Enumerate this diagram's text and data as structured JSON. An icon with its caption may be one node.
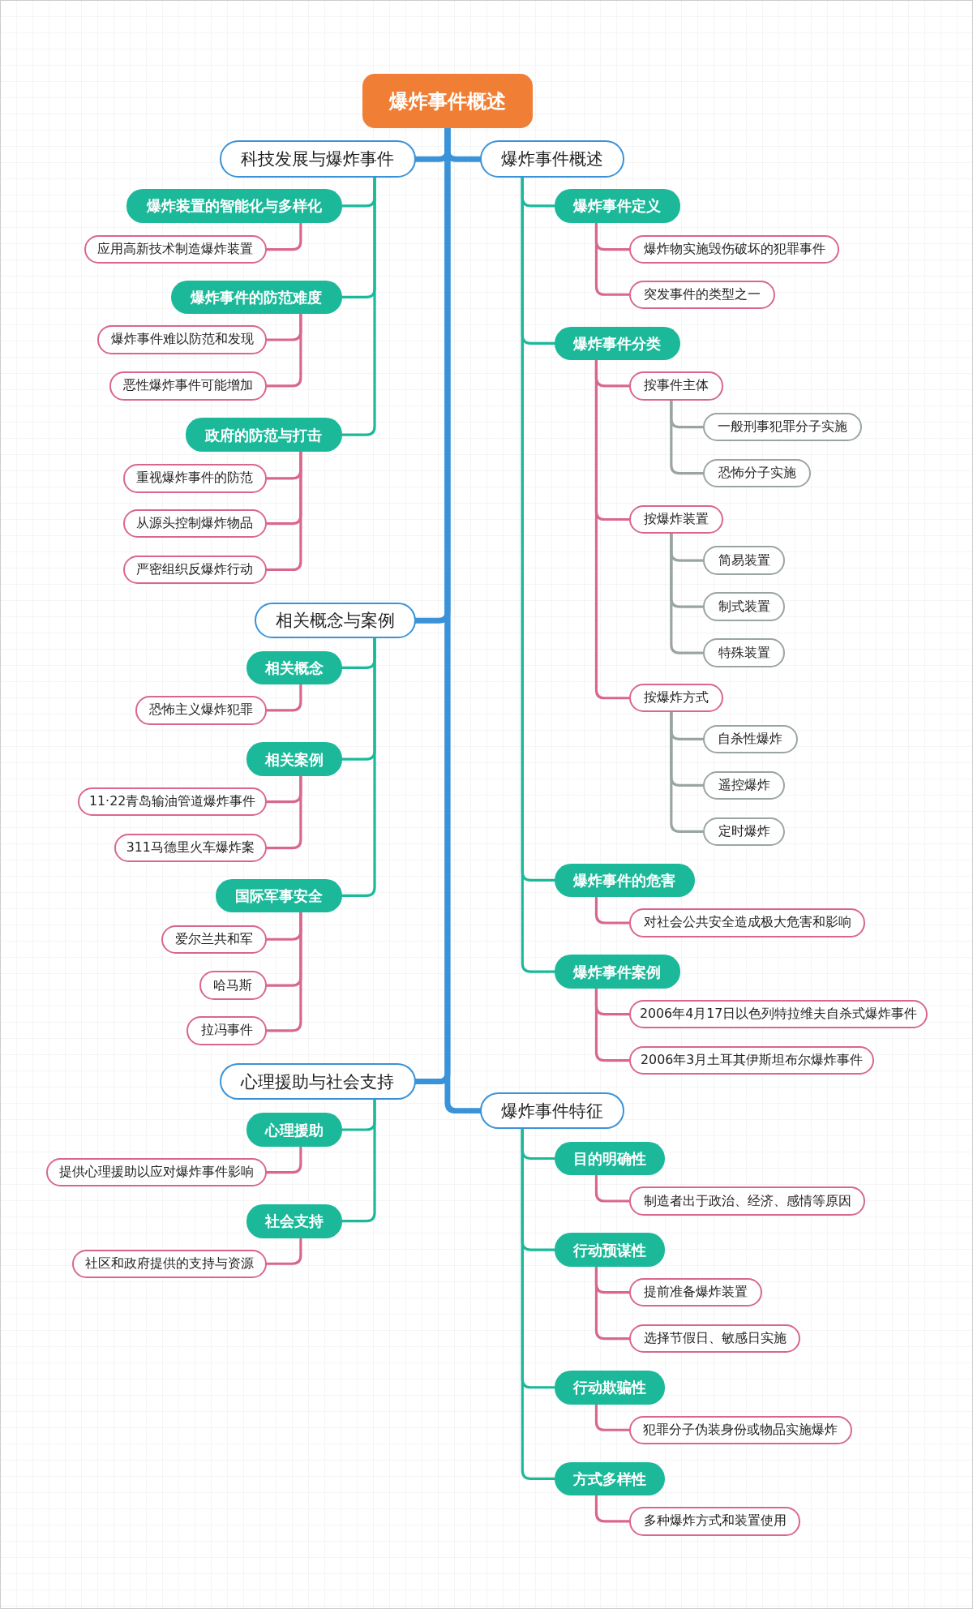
{
  "diagram": {
    "nodes": [
      {
        "text": [
          "爆炸事件概述"
        ]
      },
      {
        "text": [
          "科技发展与爆炸事件"
        ]
      },
      {
        "text": [
          "爆炸装置的智能化与多样化"
        ]
      },
      {
        "text": [
          "应用高新技术制造爆炸装置"
        ]
      },
      {
        "text": [
          "爆炸事件的防范难度"
        ]
      },
      {
        "text": [
          "爆炸事件难以防范和发现"
        ]
      },
      {
        "text": [
          "恶性爆炸事件可能增加"
        ]
      },
      {
        "text": [
          "政府的防范与打击"
        ]
      },
      {
        "text": [
          "重视爆炸事件的防范"
        ]
      },
      {
        "text": [
          "从源头控制爆炸物品"
        ]
      },
      {
        "text": [
          "严密组织反爆炸行动"
        ]
      },
      {
        "text": [
          "相关概念与案例"
        ]
      },
      {
        "text": [
          "相关概念"
        ]
      },
      {
        "text": [
          "恐怖主义爆炸犯罪"
        ]
      },
      {
        "text": [
          "相关案例"
        ]
      },
      {
        "text": [
          "11·22青岛输油管道爆炸事件"
        ]
      },
      {
        "text": [
          "311马德里火车爆炸案"
        ]
      },
      {
        "text": [
          "国际军事安全"
        ]
      },
      {
        "text": [
          "爱尔兰共和军"
        ]
      },
      {
        "text": [
          "哈马斯"
        ]
      },
      {
        "text": [
          "拉冯事件"
        ]
      },
      {
        "text": [
          "心理援助与社会支持"
        ]
      },
      {
        "text": [
          "心理援助"
        ]
      },
      {
        "text": [
          "提供心理援助以应对爆炸事件影响"
        ]
      },
      {
        "text": [
          "社会支持"
        ]
      },
      {
        "text": [
          "社区和政府提供的支持与资源"
        ]
      },
      {
        "text": [
          "爆炸事件概述"
        ]
      },
      {
        "text": [
          "爆炸事件定义"
        ]
      },
      {
        "text": [
          "爆炸物实施毁伤破坏的犯罪事件"
        ]
      },
      {
        "text": [
          "突发事件的类型之一"
        ]
      },
      {
        "text": [
          "爆炸事件分类"
        ]
      },
      {
        "text": [
          "按事件主体"
        ]
      },
      {
        "text": [
          "一般刑事犯罪分子实施"
        ]
      },
      {
        "text": [
          "恐怖分子实施"
        ]
      },
      {
        "text": [
          "按爆炸装置"
        ]
      },
      {
        "text": [
          "简易装置"
        ]
      },
      {
        "text": [
          "制式装置"
        ]
      },
      {
        "text": [
          "特殊装置"
        ]
      },
      {
        "text": [
          "按爆炸方式"
        ]
      },
      {
        "text": [
          "自杀性爆炸"
        ]
      },
      {
        "text": [
          "遥控爆炸"
        ]
      },
      {
        "text": [
          "定时爆炸"
        ]
      },
      {
        "text": [
          "爆炸事件的危害"
        ]
      },
      {
        "text": [
          "对社会公共安全造成极大危害和影响"
        ]
      },
      {
        "text": [
          "爆炸事件案例"
        ]
      },
      {
        "text": [
          "2006年4月17日以色列特拉维夫自杀式爆炸事件"
        ]
      },
      {
        "text": [
          "2006年3月土耳其伊斯坦布尔爆炸事件"
        ]
      },
      {
        "text": [
          "爆炸事件特征"
        ]
      },
      {
        "text": [
          "目的明确性"
        ]
      },
      {
        "text": [
          "制造者出于政治、经济、感情等原因"
        ]
      },
      {
        "text": [
          "行动预谋性"
        ]
      },
      {
        "text": [
          "提前准备爆炸装置"
        ]
      },
      {
        "text": [
          "选择节假日、敏感日实施"
        ]
      },
      {
        "text": [
          "行动欺骗性"
        ]
      },
      {
        "text": [
          "犯罪分子伪装身份或物品实施爆炸"
        ]
      },
      {
        "text": [
          "方式多样性"
        ]
      },
      {
        "text": [
          "多种爆炸方式和装置使用"
        ]
      }
    ],
    "edges": [
      {
        "from": 0,
        "to": 1,
        "arrow": "none",
        "style": "thick",
        "color": "#3a93d8"
      },
      {
        "from": 1,
        "to": 2,
        "arrow": "none",
        "color": "#1bb99a"
      },
      {
        "from": 2,
        "to": 3,
        "arrow": "none"
      },
      {
        "from": 1,
        "to": 4,
        "arrow": "none",
        "color": "#1bb99a"
      },
      {
        "from": 4,
        "to": 5,
        "arrow": "none"
      },
      {
        "from": 4,
        "to": 6,
        "arrow": "none"
      },
      {
        "from": 1,
        "to": 7,
        "arrow": "none",
        "color": "#1bb99a"
      },
      {
        "from": 7,
        "to": 8,
        "arrow": "none"
      },
      {
        "from": 7,
        "to": 9,
        "arrow": "none"
      },
      {
        "from": 7,
        "to": 10,
        "arrow": "none"
      },
      {
        "from": 0,
        "to": 11,
        "arrow": "none",
        "style": "thick",
        "color": "#3a93d8"
      },
      {
        "from": 11,
        "to": 12,
        "arrow": "none",
        "color": "#1bb99a"
      },
      {
        "from": 12,
        "to": 13,
        "arrow": "none"
      },
      {
        "from": 11,
        "to": 14,
        "arrow": "none",
        "color": "#1bb99a"
      },
      {
        "from": 14,
        "to": 15,
        "arrow": "none"
      },
      {
        "from": 14,
        "to": 16,
        "arrow": "none"
      },
      {
        "from": 11,
        "to": 17,
        "arrow": "none",
        "color": "#1bb99a"
      },
      {
        "from": 17,
        "to": 18,
        "arrow": "none"
      },
      {
        "from": 17,
        "to": 19,
        "arrow": "none"
      },
      {
        "from": 17,
        "to": 20,
        "arrow": "none"
      },
      {
        "from": 0,
        "to": 21,
        "arrow": "none",
        "style": "thick",
        "color": "#3a93d8"
      },
      {
        "from": 21,
        "to": 22,
        "arrow": "none",
        "color": "#1bb99a"
      },
      {
        "from": 22,
        "to": 23,
        "arrow": "none"
      },
      {
        "from": 21,
        "to": 24,
        "arrow": "none",
        "color": "#1bb99a"
      },
      {
        "from": 24,
        "to": 25,
        "arrow": "none"
      },
      {
        "from": 0,
        "to": 26,
        "arrow": "none",
        "style": "thick",
        "color": "#3a93d8"
      },
      {
        "from": 26,
        "to": 27,
        "arrow": "none",
        "color": "#1bb99a"
      },
      {
        "from": 27,
        "to": 28,
        "arrow": "none"
      },
      {
        "from": 27,
        "to": 29,
        "arrow": "none"
      },
      {
        "from": 26,
        "to": 30,
        "arrow": "none",
        "color": "#1bb99a"
      },
      {
        "from": 30,
        "to": 31,
        "arrow": "none"
      },
      {
        "from": 31,
        "to": 32,
        "arrow": "none",
        "color": "#9aa5a2"
      },
      {
        "from": 31,
        "to": 33,
        "arrow": "none",
        "color": "#9aa5a2"
      },
      {
        "from": 30,
        "to": 34,
        "arrow": "none"
      },
      {
        "from": 34,
        "to": 35,
        "arrow": "none",
        "color": "#9aa5a2"
      },
      {
        "from": 34,
        "to": 36,
        "arrow": "none",
        "color": "#9aa5a2"
      },
      {
        "from": 34,
        "to": 37,
        "arrow": "none",
        "color": "#9aa5a2"
      },
      {
        "from": 30,
        "to": 38,
        "arrow": "none"
      },
      {
        "from": 38,
        "to": 39,
        "arrow": "none",
        "color": "#9aa5a2"
      },
      {
        "from": 38,
        "to": 40,
        "arrow": "none",
        "color": "#9aa5a2"
      },
      {
        "from": 38,
        "to": 41,
        "arrow": "none",
        "color": "#9aa5a2"
      },
      {
        "from": 26,
        "to": 42,
        "arrow": "none",
        "color": "#1bb99a"
      },
      {
        "from": 42,
        "to": 43,
        "arrow": "none"
      },
      {
        "from": 26,
        "to": 44,
        "arrow": "none",
        "color": "#1bb99a"
      },
      {
        "from": 44,
        "to": 45,
        "arrow": "none"
      },
      {
        "from": 44,
        "to": 46,
        "arrow": "none"
      },
      {
        "from": 0,
        "to": 47,
        "arrow": "none",
        "style": "thick",
        "color": "#3a93d8"
      },
      {
        "from": 47,
        "to": 48,
        "arrow": "none",
        "color": "#1bb99a"
      },
      {
        "from": 48,
        "to": 49,
        "arrow": "none"
      },
      {
        "from": 47,
        "to": 50,
        "arrow": "none",
        "color": "#1bb99a"
      },
      {
        "from": 50,
        "to": 51,
        "arrow": "none"
      },
      {
        "from": 50,
        "to": 52,
        "arrow": "none"
      },
      {
        "from": 47,
        "to": 53,
        "arrow": "none",
        "color": "#1bb99a"
      },
      {
        "from": 53,
        "to": 54,
        "arrow": "none"
      },
      {
        "from": 47,
        "to": 55,
        "arrow": "none",
        "color": "#1bb99a"
      },
      {
        "from": 55,
        "to": 56,
        "arrow": "none"
      }
    ]
  }
}
